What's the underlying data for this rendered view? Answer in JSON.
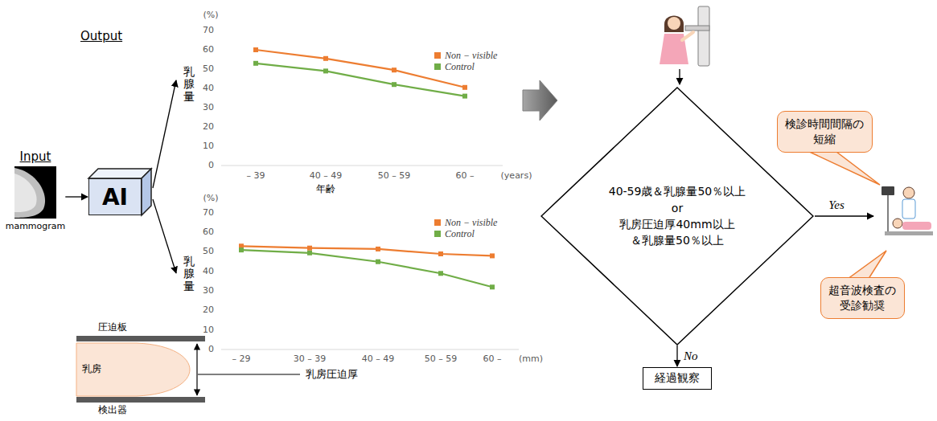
{
  "diagram": {
    "nodes": [
      {
        "text": [
          "Input",
          "mammogram"
        ]
      },
      {
        "text": [
          "AI"
        ]
      },
      {
        "text": [
          "40-59歳＆乳腺量50％以上",
          "or",
          "乳房圧迫厚40mm以上",
          "＆乳腺量50％以上"
        ]
      },
      {
        "text": [
          "検診時間間隔の短縮"
        ]
      },
      {
        "text": [
          "超音波検査の受診勧奨"
        ]
      },
      {
        "text": [
          "経過観察"
        ]
      }
    ],
    "edges": [
      {
        "from": 0,
        "to": 1,
        "arrow": "to"
      },
      {
        "from": 2,
        "to": 5,
        "arrow": "to",
        "label": "No"
      }
    ],
    "labels": [
      "Output",
      "(%)",
      "70",
      "60",
      "50",
      "40",
      "30",
      "20",
      "10",
      "0",
      "乳腺量",
      "– 39",
      "40 – 49",
      "50 – 59",
      "60 –",
      "(years)",
      "年齢",
      "(%)",
      "70",
      "60",
      "50",
      "40",
      "30",
      "20",
      "10",
      "0",
      "乳腺量",
      "– 29",
      "30 – 39",
      "40 – 49",
      "50 – 59",
      "60 –",
      "(mm)",
      "圧迫板",
      "乳房",
      "検出器",
      "乳房圧迫厚",
      "Yes"
    ],
    "legend": [
      {
        "text": "Non − visible",
        "color": "#ed7d31"
      },
      {
        "text": "Control",
        "color": "#70ad47"
      },
      {
        "text": "Non − visible",
        "color": "#ed7d31"
      },
      {
        "text": "Control",
        "color": "#70ad47"
      }
    ]
  }
}
